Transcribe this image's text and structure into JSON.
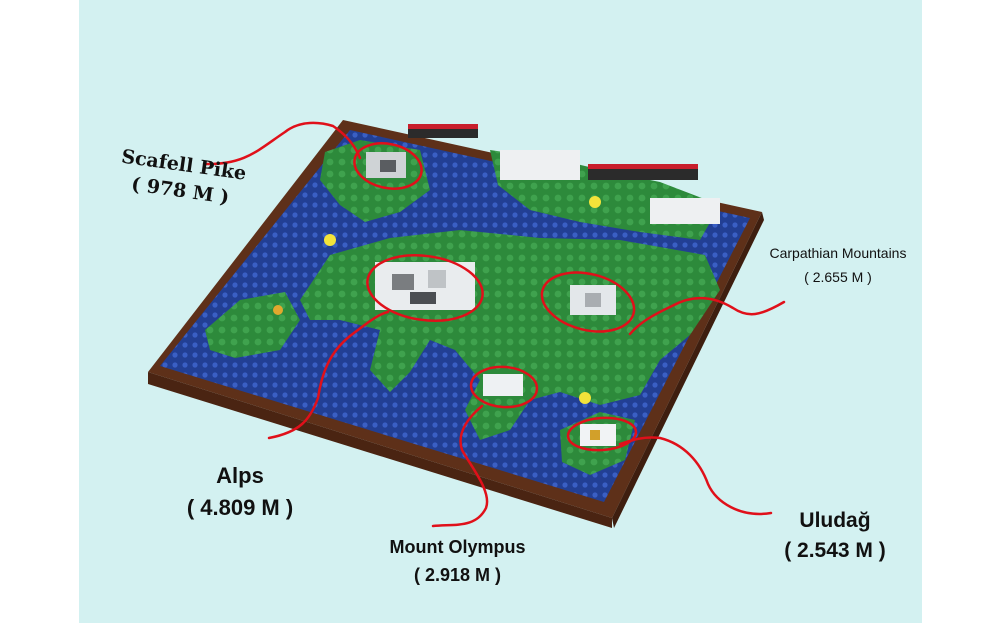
{
  "colors": {
    "background": "#d3f1f1",
    "sea": "#1f3a8c",
    "land": "#2e8b3a",
    "frame": "#6b3a22",
    "annotation": "#e0101a"
  },
  "mountains": [
    {
      "id": "scafell",
      "name": "Scafell Pike",
      "height": "( 978 M )"
    },
    {
      "id": "alps",
      "name": "Alps",
      "height": "( 4.809 M )"
    },
    {
      "id": "carpathian",
      "name": "Carpathian Mountains",
      "height": "( 2.655 M )"
    },
    {
      "id": "olympus",
      "name": "Mount Olympus",
      "height": "( 2.918 M )"
    },
    {
      "id": "uludag",
      "name": "Uludağ",
      "height": "( 2.543 M )"
    }
  ]
}
